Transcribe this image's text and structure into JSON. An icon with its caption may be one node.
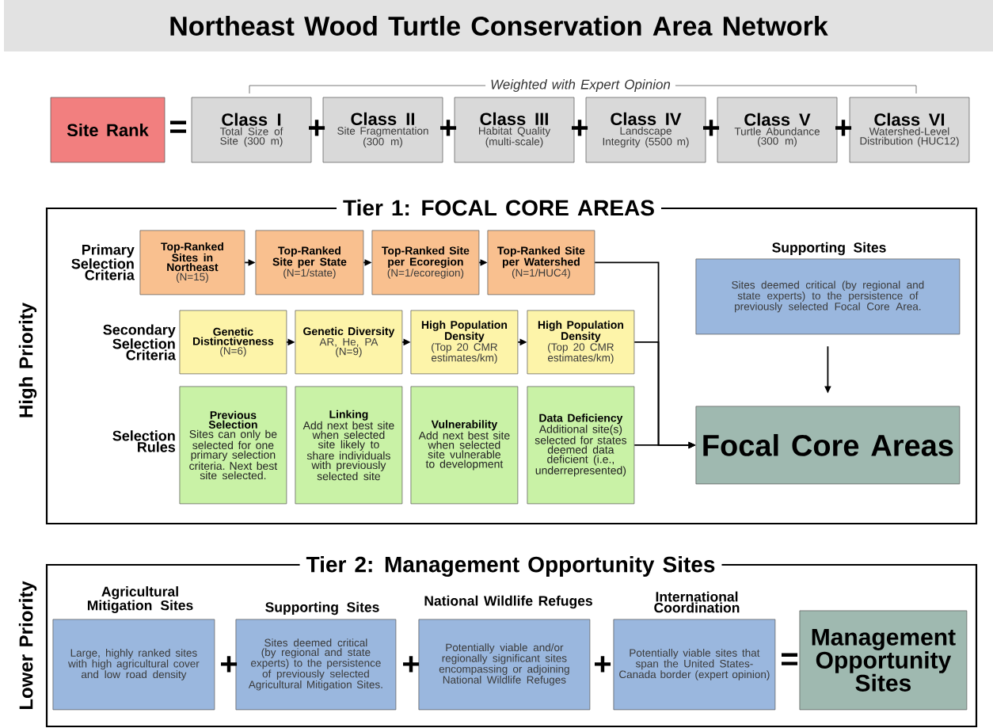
{
  "diagram": {
    "title": "Northeast Wood Turtle Conservation Area Network",
    "nodes": [
      {
        "text": [
          "Site Rank"
        ]
      },
      {
        "text": [
          "Class I",
          "Total Size of Site (300 m)"
        ]
      },
      {
        "text": [
          "Class II",
          "Site Fragmentation (300 m)"
        ]
      },
      {
        "text": [
          "Class III",
          "Habitat Quality (multi-scale)"
        ]
      },
      {
        "text": [
          "Class IV",
          "Landscape Integrity (5500 m)"
        ]
      },
      {
        "text": [
          "Class V",
          "Turtle Abundance (300 m)"
        ]
      },
      {
        "text": [
          "Class VI",
          "Watershed-Level Distribution (HUC12)"
        ]
      },
      {
        "text": [
          "Tier 1: FOCAL CORE AREAS"
        ],
        "beside": [
          "High Priority"
        ]
      },
      {
        "text": [
          "Top-Ranked Sites in Northeast",
          "(N=15)"
        ],
        "in": 7
      },
      {
        "text": [
          "Top-Ranked Site per State",
          "(N=1/state)"
        ],
        "in": 7
      },
      {
        "text": [
          "Top-Ranked Site per Ecoregion",
          "(N=1/ecoregion)"
        ],
        "in": 7
      },
      {
        "text": [
          "Top-Ranked Site per Watershed",
          "(N=1/HUC4)"
        ],
        "in": 7
      },
      {
        "text": [
          "Genetic Distinctiveness",
          "(N=6)"
        ],
        "in": 7
      },
      {
        "text": [
          "Genetic Diversity",
          "AR, He, PA",
          "(N=9)"
        ],
        "in": 7
      },
      {
        "text": [
          "High Population Density",
          "(Top 20 CMR estimates/km)"
        ],
        "in": 7
      },
      {
        "text": [
          "High Population Density",
          "(Top 20 CMR estimates/km)"
        ],
        "in": 7
      },
      {
        "text": [
          "Previous Selection",
          "Sites can only be selected for one primary selection criteria. Next best site selected."
        ],
        "in": 7
      },
      {
        "text": [
          "Linking",
          "Add next best site when selected site likely to share individuals with previously selected site"
        ],
        "in": 7
      },
      {
        "text": [
          "Vulnerability",
          "Add next best site when selected site vulnerable to development"
        ],
        "in": 7
      },
      {
        "text": [
          "Data Deficiency",
          "Additional site(s) selected for states deemed data deficient (i.e., underrepresented)"
        ],
        "in": 7
      },
      {
        "text": [
          "Supporting Sites",
          "Sites deemed critical (by regional and state experts) to the persistence of previously selected Focal Core Area."
        ],
        "in": 7
      },
      {
        "text": [
          "Focal Core Areas"
        ],
        "in": 7
      },
      {
        "text": [
          "Tier 2: Management Opportunity Sites"
        ],
        "beside": [
          "Lower Priority"
        ]
      },
      {
        "text": [
          "Agricultural Mitigation Sites",
          "Large, highly ranked sites with high agricultural cover and low road density"
        ],
        "in": 22
      },
      {
        "text": [
          "Supporting Sites",
          "Sites deemed critical (by regional and state experts) to the persistence of previously selected Agricultural Mitigation Sites."
        ],
        "in": 22
      },
      {
        "text": [
          "National Wildlife Refuges",
          "Potentially viable and/or regionally significant sites encompassing or adjoining National Wildlife Refuges"
        ],
        "in": 22
      },
      {
        "text": [
          "International Coordination",
          "Potentially viable sites that span the United States-Canada border (expert opinion)"
        ],
        "in": 22
      },
      {
        "text": [
          "Management Opportunity Sites"
        ],
        "in": 22
      }
    ],
    "edges": [
      {
        "from": 8,
        "to": 9,
        "arrow": "to"
      },
      {
        "from": 9,
        "to": 10,
        "arrow": "to"
      },
      {
        "from": 10,
        "to": 11,
        "arrow": "to"
      },
      {
        "from": 12,
        "to": 13,
        "arrow": "to"
      },
      {
        "from": 13,
        "to": 14,
        "arrow": "to"
      },
      {
        "from": 14,
        "to": 15,
        "arrow": "to"
      },
      {
        "from": 11,
        "to": 21,
        "arrow": "to"
      },
      {
        "from": 15,
        "to": 21,
        "arrow": "to"
      },
      {
        "from": 19,
        "to": 21,
        "arrow": "to"
      },
      {
        "from": 20,
        "to": 21,
        "arrow": "to"
      }
    ],
    "labels": [
      "Weighted with Expert Opinion",
      "=",
      "+",
      "+",
      "+",
      "+",
      "+",
      "Primary Selection Criteria",
      "Secondary Selection Criteria",
      "Selection Rules",
      "+",
      "+",
      "+",
      "="
    ]
  }
}
